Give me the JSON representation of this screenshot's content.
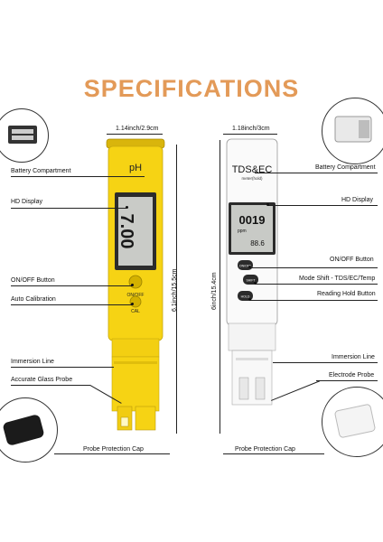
{
  "title": "SPECIFICATIONS",
  "ph_meter": {
    "width_label": "1.14inch/2.9cm",
    "height_label": "6.1inch/15.5cm",
    "brand": "pH",
    "lcd_value": "7.00",
    "on_off_label": "ON/OFF",
    "cal_label": "CAL",
    "color": "#f6d314"
  },
  "tds_meter": {
    "width_label": "1.18inch/3cm",
    "height_label": "6inch/15.4cm",
    "brand": "TDS&EC",
    "brand_sub": "meter(hold)",
    "lcd_main": "0019",
    "lcd_unit": "ppm",
    "lcd_temp": "88.6",
    "btn_on": "ON/OFF",
    "btn_shift": "SHIFT",
    "btn_hold": "HOLD"
  },
  "left_callouts": [
    "Battery Compartment",
    "HD Display",
    "ON/OFF Button",
    "Auto Calibration",
    "Immersion Line",
    "Accurate Glass Probe",
    "Probe Protection Cap"
  ],
  "right_callouts": [
    "Battery Compartment",
    "HD Display",
    "ON/OFF Button",
    "Mode Shift - TDS/EC/Temp",
    "Reading Hold Button",
    "Immersion Line",
    "Electrode Probe",
    "Probe Protection Cap"
  ]
}
